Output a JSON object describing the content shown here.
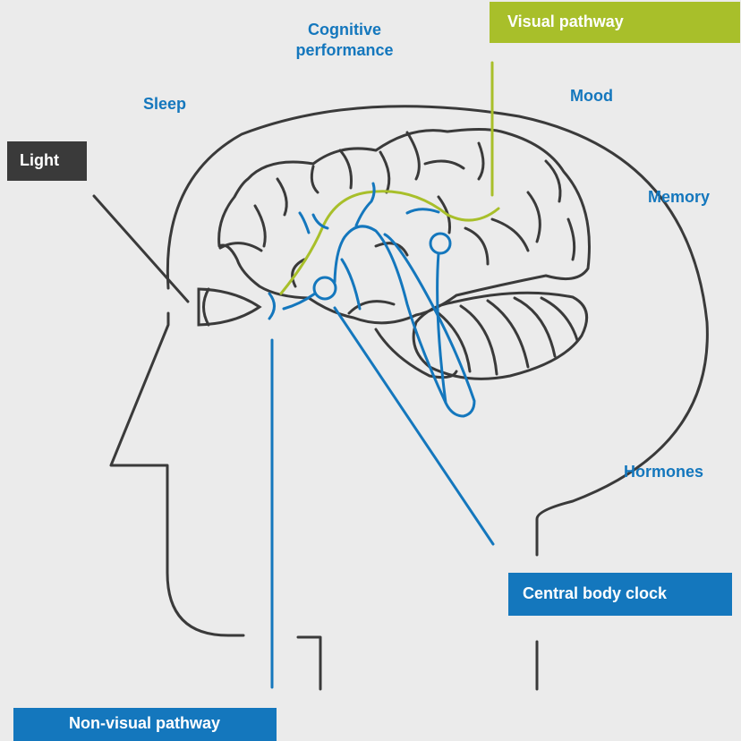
{
  "labels": {
    "cognitive_line1": "Cognitive",
    "cognitive_line2": "performance",
    "sleep": "Sleep",
    "mood": "Mood",
    "memory": "Memory",
    "hormones": "Hormones"
  },
  "boxes": {
    "light": "Light",
    "visual_pathway": "Visual pathway",
    "central_body_clock": "Central body clock",
    "non_visual_pathway": "Non-visual pathway"
  },
  "colors": {
    "background": "#ebebeb",
    "outline": "#3a3a3a",
    "blue_pathway": "#1477bd",
    "green_pathway": "#a8bf2a",
    "light_box": "#3a3a3a"
  }
}
